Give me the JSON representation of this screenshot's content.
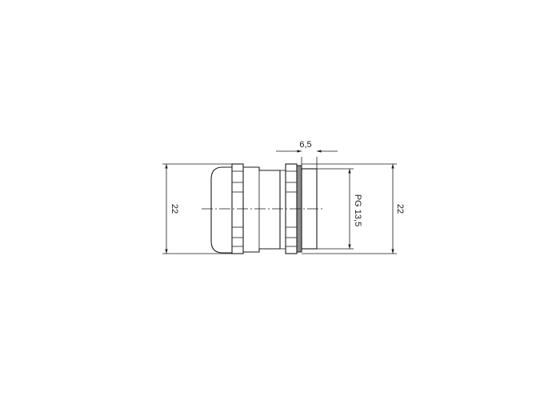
{
  "drawing": {
    "dimension_thread_length": "6,5",
    "dimension_height_left": "22",
    "dimension_height_right": "22",
    "thread_label": "PG 13,5"
  }
}
